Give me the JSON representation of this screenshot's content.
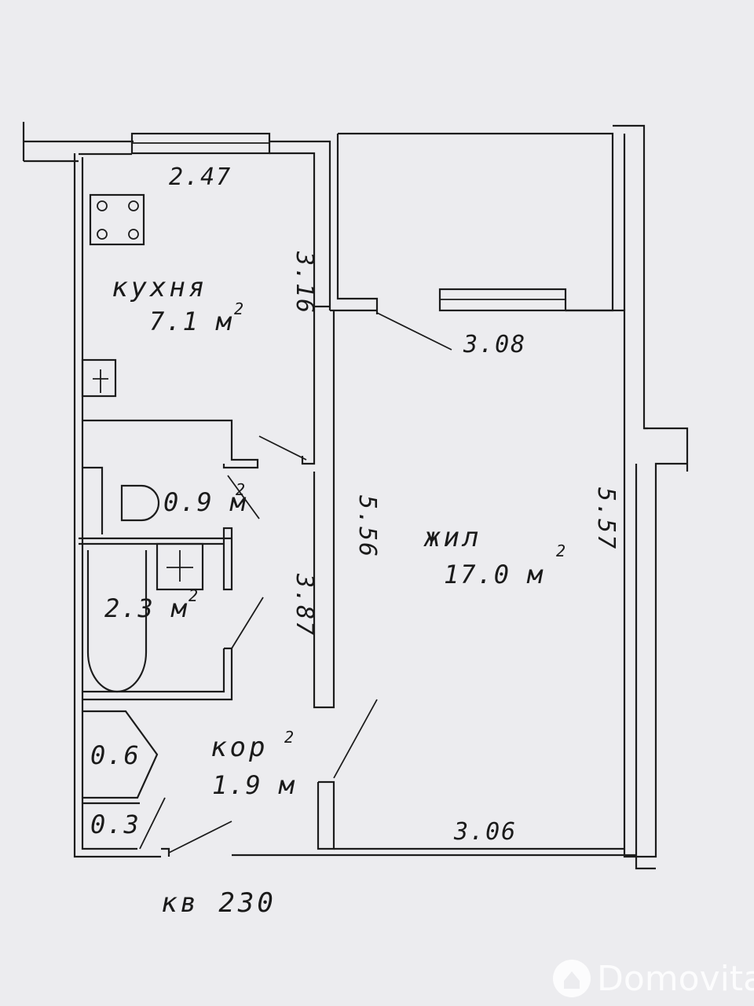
{
  "plan": {
    "apartment_label": "кв 230",
    "rooms": {
      "kitchen": {
        "name": "кухня",
        "area": "7.1 м",
        "area_sup": "2"
      },
      "toilet": {
        "area": "0.9 м",
        "area_sup": "2"
      },
      "bathroom": {
        "area": "2.3 м",
        "area_sup": "2"
      },
      "corridor": {
        "name": "кор",
        "area": "1.9 м",
        "area_sup": "2"
      },
      "living": {
        "name": "жил",
        "area": "17.0 м",
        "area_sup": "2"
      },
      "closet1": {
        "area": "0.6"
      },
      "closet2": {
        "area": "0.3"
      }
    },
    "dimensions": {
      "kitchen_width": "2.47",
      "kitchen_length": "3.16",
      "balcony_door_width": "3.08",
      "living_left_length": "5.56",
      "living_right_length": "5.57",
      "bath_corridor_length": "3.87",
      "living_bottom_width": "3.06"
    }
  },
  "watermark": {
    "text": "Domovita",
    "icon": "domovita-logo-icon"
  }
}
